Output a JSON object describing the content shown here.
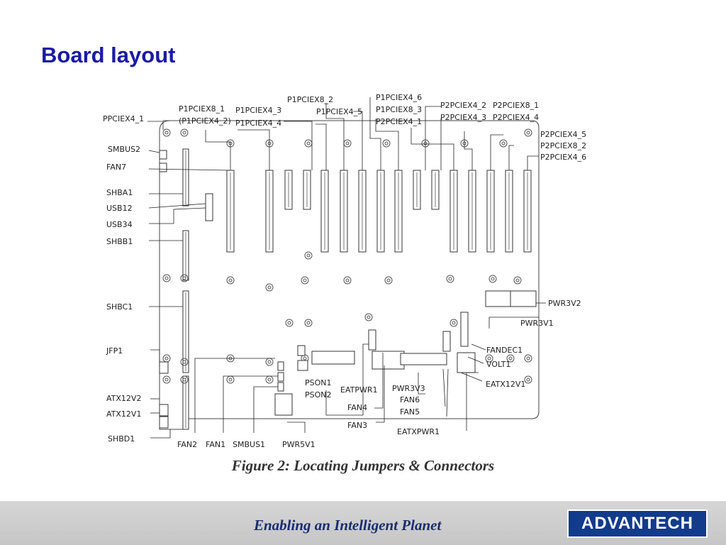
{
  "slide": {
    "title": "Board layout",
    "caption": "Figure 2: Locating Jumpers & Connectors"
  },
  "footer": {
    "tagline": "Enabling an Intelligent Planet",
    "logo": "ADVANTECH"
  },
  "diagram": {
    "top_labels": [
      "P1PCIEX8_1",
      "(P1PCIEX4_2)",
      "P1PCIEX4_3",
      "P1PCIEX4_4",
      "P1PCIEX8_2",
      "P1PCIEX4_5",
      "P1PCIEX4_6",
      "P1PCIEX8_3",
      "P2PCIEX4_1",
      "P2PCIEX4_2",
      "P2PCIEX4_3",
      "P2PCIEX8_1",
      "P2PCIEX4_4",
      "P2PCIEX4_5",
      "P2PCIEX8_2",
      "P2PCIEX4_6"
    ],
    "left_labels": [
      "PPCIEX4_1",
      "SMBUS2",
      "FAN7",
      "SHBA1",
      "USB12",
      "USB34",
      "SHBB1",
      "SHBC1",
      "JFP1",
      "ATX12V2",
      "ATX12V1",
      "SHBD1"
    ],
    "bottom_labels": [
      "FAN2",
      "FAN1",
      "SMBUS1",
      "PWR5V1",
      "PSON1",
      "PSON2",
      "EATPWR1",
      "FAN4",
      "FAN3",
      "PWR3V3",
      "FAN6",
      "FAN5",
      "EATXPWR1"
    ],
    "right_labels": [
      "PWR3V2",
      "PWR3V1",
      "FANDEC1",
      "VOLT1",
      "EATX12V1"
    ]
  }
}
